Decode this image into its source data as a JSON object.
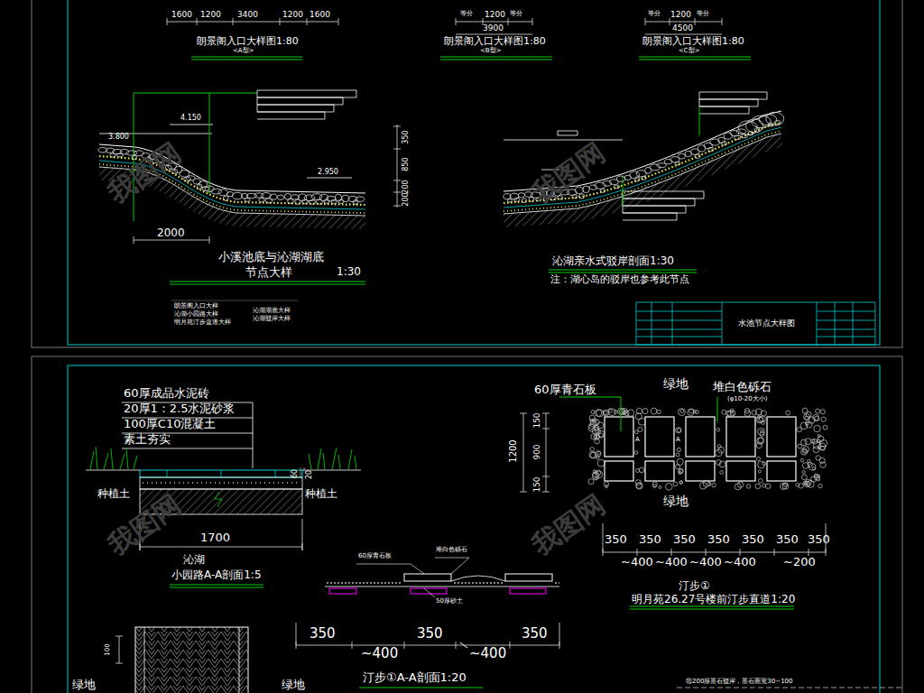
{
  "diagram": {
    "labels": [
      "1600",
      "1200",
      "3400",
      "1200",
      "1600",
      "朗景阁入口大样图1:80",
      "<A型>",
      "等分",
      "1200",
      "等分",
      "3900",
      "朗景阁入口大样图1:80",
      "<B型>",
      "等分",
      "1200",
      "等分",
      "4500",
      "朗景阁入口大样图1:80",
      "<C型>",
      "4.150",
      "3.800",
      "2.950",
      "350",
      "850",
      "200",
      "200",
      "2000",
      "小溪池底与沁湖湖底",
      "节点大样",
      "1:30",
      "沁湖亲水式驳岸剖面1:30",
      "注：湖心岛的驳岸也参考此节点",
      "朗景阁入口大样",
      "沁湖小园路大样",
      "明月苑汀步直道大样",
      "沁湖湖底大样",
      "沁湖驳岸大样",
      "水池节点大样图",
      "60厚成品水泥砖",
      "20厚1：2.5水泥砂浆",
      "100厚C10混凝土",
      "素土夯实",
      "60",
      "20",
      "种植土",
      "种植土",
      "1700",
      "沁湖",
      "小园路A-A剖面1:5",
      "60厚青石板",
      "绿地",
      "堆白色砾石",
      "(φ10-20大小)",
      "1200",
      "150",
      "900",
      "150",
      "A",
      "A",
      "绿地",
      "350",
      "350",
      "350",
      "350",
      "350",
      "350",
      "350",
      "~400",
      "~400",
      "~400",
      "~400",
      "~200",
      "汀步①",
      "明月苑26.27号楼前汀步直道1:20",
      "60厚青石板",
      "堆白色砾石",
      "50厚砂土",
      "350",
      "~400",
      "350",
      "~400",
      "350",
      "汀步①A-A剖面1:20",
      "100",
      "绿地",
      "绿地",
      "⑪200厚景石驳岸，景石面宽30~100",
      "我图网",
      "我图网",
      "我图网",
      "我图网"
    ]
  }
}
